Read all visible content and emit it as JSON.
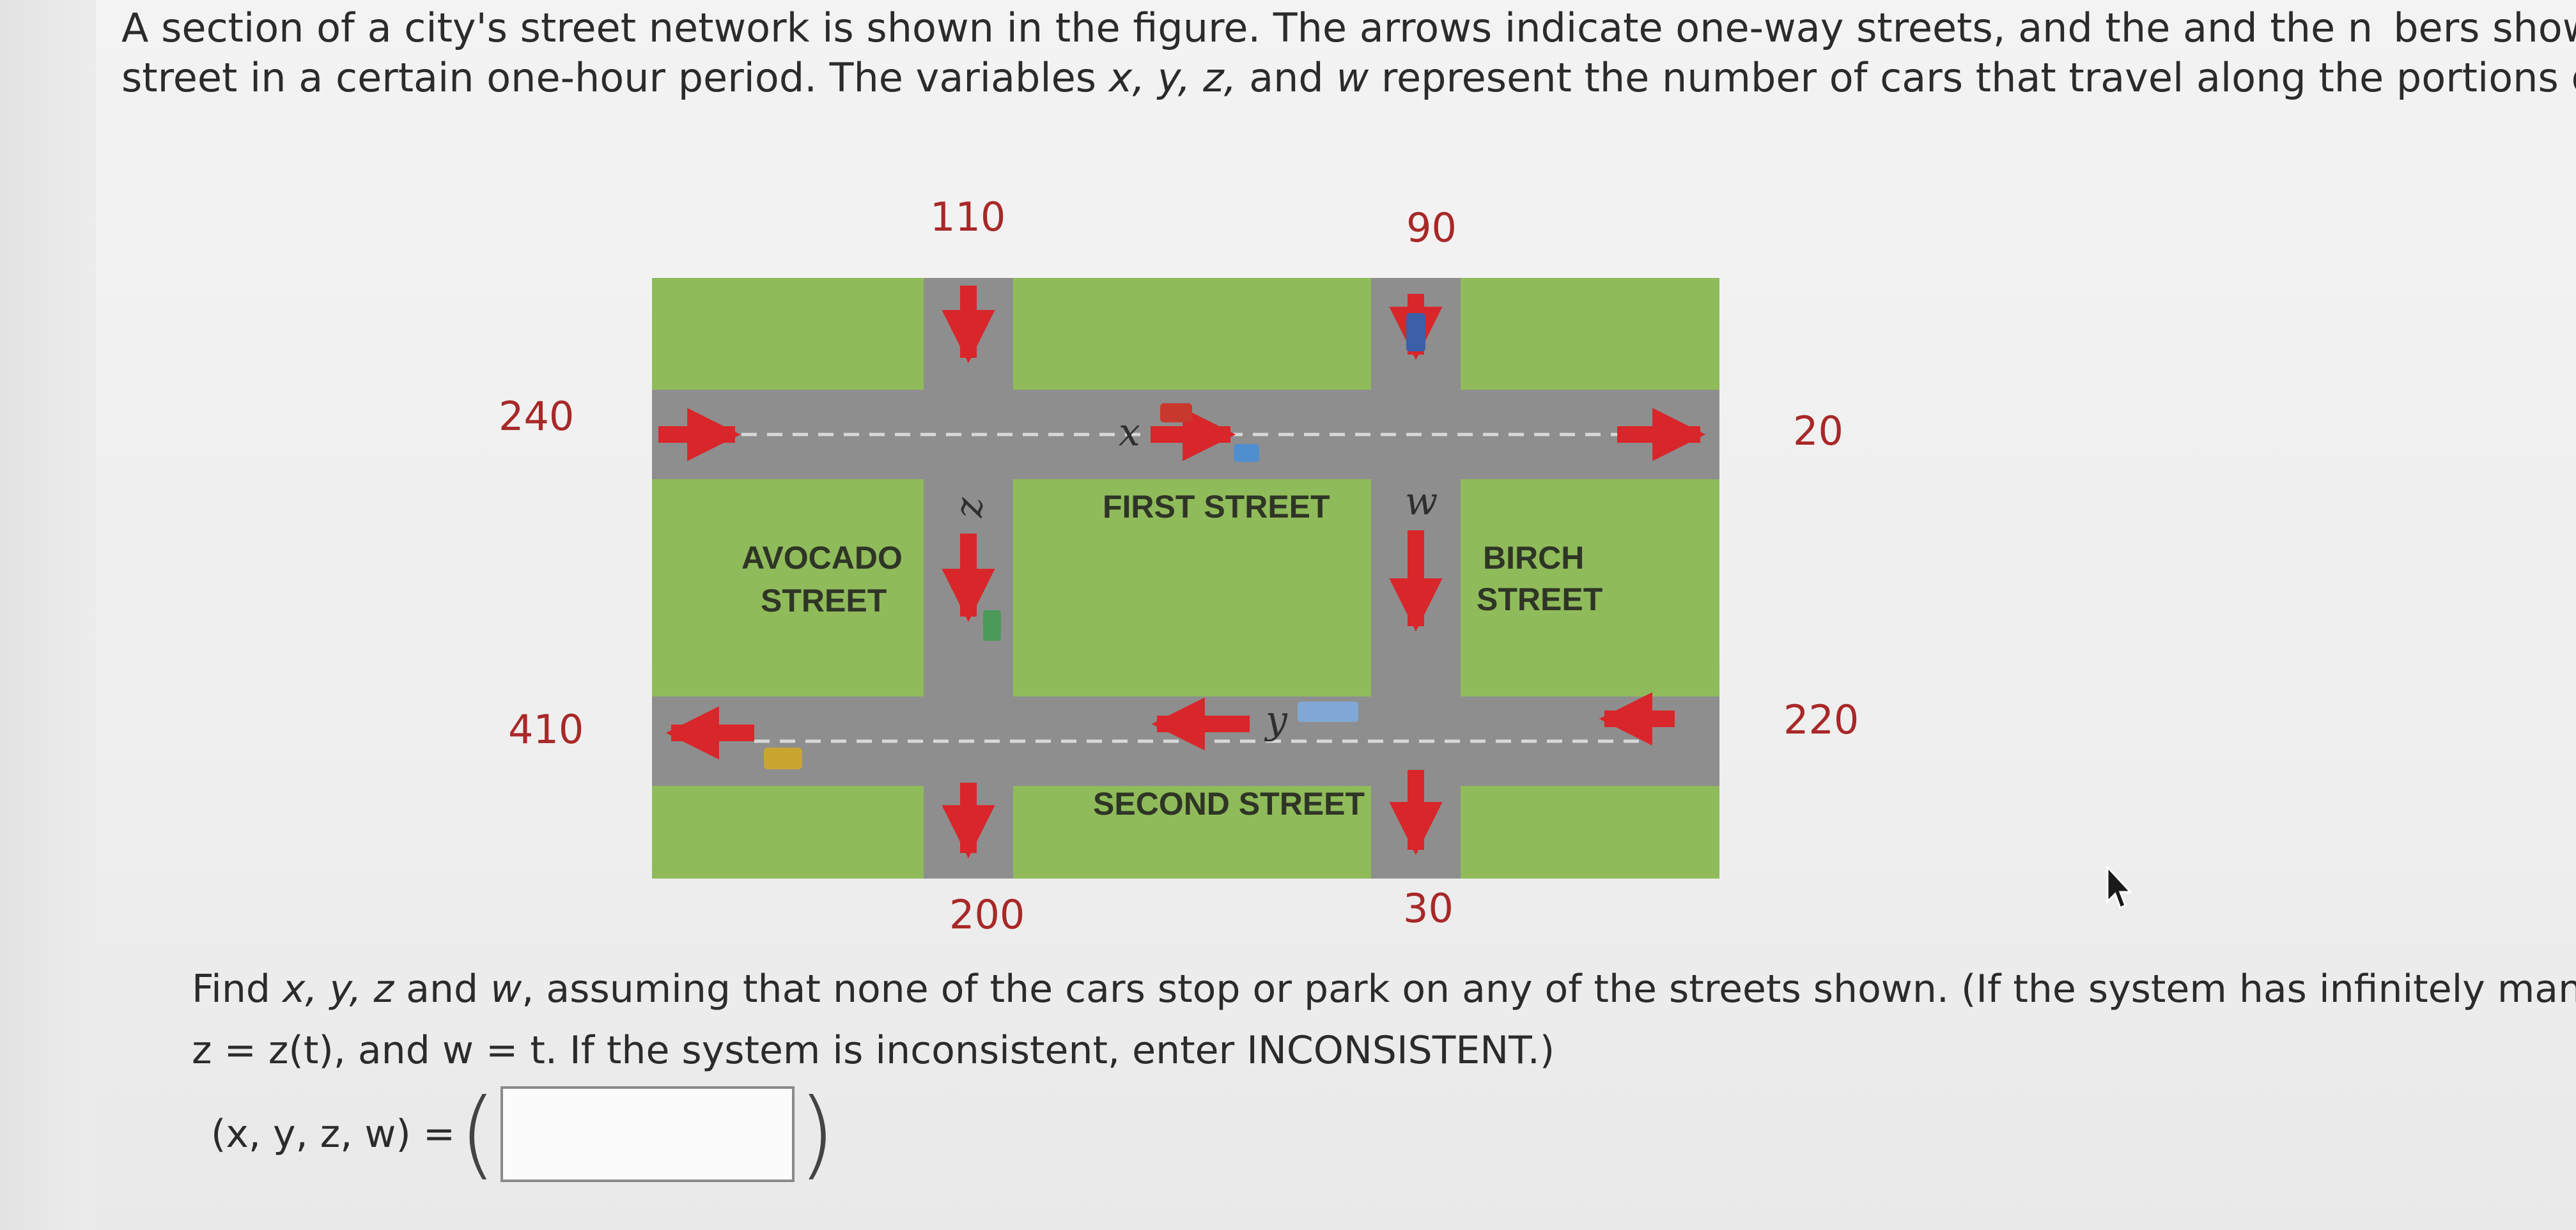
{
  "question": {
    "line1": "A section of a city's street network is shown in the figure. The arrows indicate one-way streets, and the and the n  bers show",
    "line2_a": "street in a certain one-hour period. The variables ",
    "line2_vars": "x, y, z,",
    "line2_b": " and ",
    "line2_w": "w",
    "line2_c": " represent the number of cars that travel along the portions of F"
  },
  "figure": {
    "flows": {
      "top_left": "110",
      "top_right": "90",
      "left_top": "240",
      "right_top": "20",
      "left_bottom": "410",
      "right_bottom": "220",
      "bottom_left": "200",
      "bottom_right": "30"
    },
    "streets": {
      "first": "FIRST STREET",
      "second": "SECOND STREET",
      "avocado_line1": "AVOCADO",
      "avocado_line2": "STREET",
      "birch_line1": "BIRCH",
      "birch_line2": "STREET"
    },
    "variables": {
      "x": "x",
      "y": "y",
      "z": "z",
      "w": "w"
    },
    "colors": {
      "grass": "#8fbb5a",
      "road": "#8e8e8e",
      "arrow": "#d8262a",
      "flow_text": "#a82828"
    }
  },
  "instructions": {
    "line1_a": "Find ",
    "line1_vars": "x, y, z",
    "line1_b": " and ",
    "line1_w": "w",
    "line1_c": ", assuming that none of the cars stop or park on any of the streets shown. (If the system has infinitely many solu",
    "line2": "z = z(t), and w = t. If the system is inconsistent, enter INCONSISTENT.)"
  },
  "answer": {
    "label": "(x, y, z, w) =",
    "open_paren": "(",
    "close_paren": ")",
    "value": ""
  }
}
